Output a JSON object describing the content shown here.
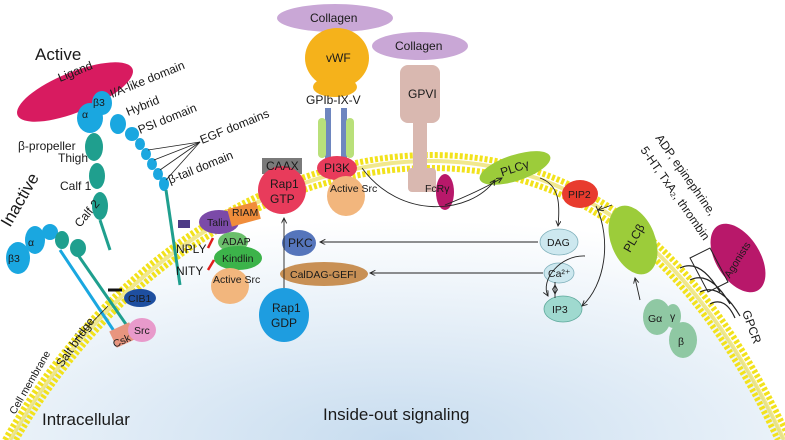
{
  "labels": {
    "active": "Active",
    "inactive": "Inactive",
    "ligand": "Ligand",
    "ia_domain": "I/A-like domain",
    "hybrid": "Hybrid",
    "psi_domain": "PSI domain",
    "egf_domains": "EGF domains",
    "beta_tail": "β-tail domain",
    "beta_propeller": "β-propeller",
    "thigh": "Thigh",
    "calf1": "Calf 1",
    "calf2": "Calf 2",
    "alpha": "α",
    "beta3": "β3",
    "salt_bridge": "Salt bridge",
    "cell_membrane": "Cell membrane",
    "intracellular": "Intracellular",
    "inside_out": "Inside-out signaling",
    "cib1": "CIB1",
    "csk": "Csk",
    "src": "Src",
    "collagen": "Collagen",
    "vwf": "vWF",
    "gpib": "GPIb-IX-V",
    "gpvi": "GPVI",
    "fcr": "FcRγ",
    "pi3k": "PI3K",
    "active_src": "Active Src",
    "caax": "CAAX",
    "rap1_gtp_1": "Rap1",
    "rap1_gtp_2": "GTP",
    "rap1_gdp_1": "Rap1",
    "rap1_gdp_2": "GDP",
    "talin": "Talin",
    "riam": "RIAM",
    "adap": "ADAP",
    "kindlin": "Kindlin",
    "nply": "NPLY",
    "nity": "NITY",
    "pkc": "PKC",
    "caldag": "CalDAG-GEFI",
    "plcg": "PLCγ",
    "pip2": "PIP2",
    "dag": "DAG",
    "ca": "Ca²⁺",
    "ip3": "IP3",
    "plcb": "PLCβ",
    "agonists": "Agonists",
    "gpcr": "GPCR",
    "g_alpha": "Gα",
    "g_gamma": "γ",
    "g_beta": "β",
    "agonist_list_1": "ADP, epinephrine,",
    "agonist_list_2": "5-HT, TxA₂, thrombin"
  },
  "colors": {
    "membrane": "#f2e21c",
    "ligand": "#d81b60",
    "integrin_alpha": "#1aa7e0",
    "integrin_beta": "#1f9f8e",
    "collagen": "#c9a7d6",
    "vwf": "#f5b21b",
    "gpvi": "#d9b8b0",
    "plc": "#9ccc3a",
    "pip2": "#e83b2e",
    "rap1_gtp": "#e83b5b",
    "rap1_gdp": "#1e9de0",
    "kindlin": "#3cb34a",
    "caldag": "#c89055",
    "agonists": "#b8186a"
  }
}
